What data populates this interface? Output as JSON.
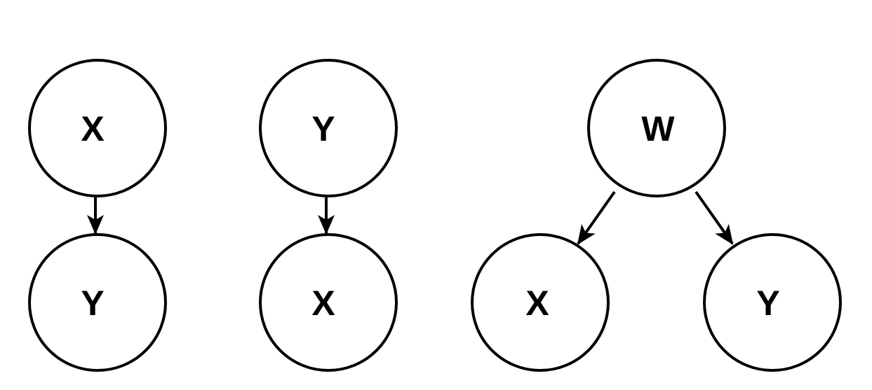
{
  "diagrams": [
    {
      "nodes": [
        "X",
        "Y"
      ]
    },
    {
      "nodes": [
        "Y",
        "X"
      ]
    },
    {
      "nodes": [
        "W",
        "X",
        "Y"
      ]
    }
  ]
}
